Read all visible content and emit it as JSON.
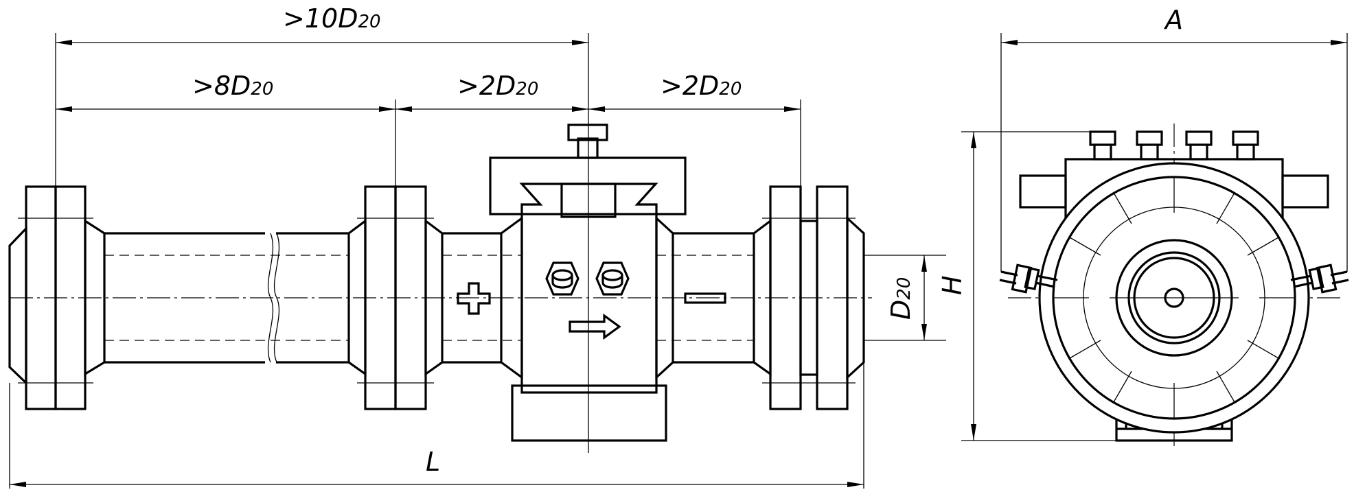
{
  "dimensions": {
    "over_10d": ">10D",
    "over_8d": ">8D",
    "over_2d_upstream": ">2D",
    "over_2d_downstream": ">2D",
    "subscript": "20",
    "length": "L",
    "diameter": "D",
    "height": "H",
    "width": "A"
  },
  "symbols": {
    "plus": "+",
    "minus": "−",
    "flow_direction": "right-arrow"
  },
  "colors": {
    "ink": "#000000",
    "paper": "#ffffff"
  }
}
